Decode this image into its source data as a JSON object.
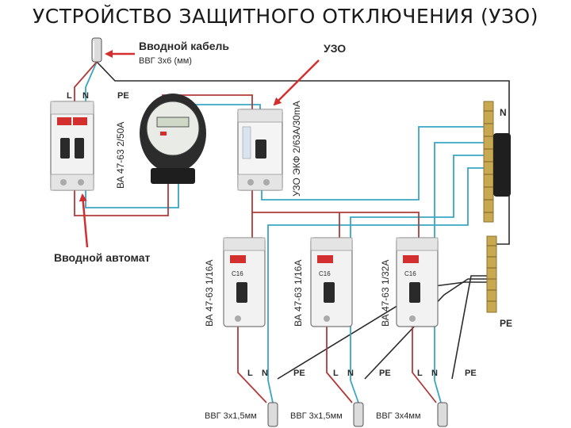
{
  "title": "УСТРОЙСТВО ЗАЩИТНОГО ОТКЛЮЧЕНИЯ (УЗО)",
  "callouts": {
    "input_cable": "Вводной кабель",
    "input_cable_spec": "ВВГ 3х6 (мм)",
    "rcd": "УЗО",
    "main_breaker": "Вводной автомат"
  },
  "terminals": {
    "l": "L",
    "n": "N",
    "pe": "PE"
  },
  "devices": {
    "main_breaker": "ВА 47-63 2/50А",
    "rcd": "УЗО ЭКФ 2/63А/30mА",
    "breaker_1": "ВА 47-63 1/16А",
    "breaker_2": "ВА 47-63 1/16А",
    "breaker_3": "ВА 47-63 1/32А",
    "breaker_marking": "C16"
  },
  "busbars": {
    "neutral": "N",
    "ground": "PE"
  },
  "output_cables": [
    "ВВГ 3х1,5мм",
    "ВВГ 3х1,5мм",
    "ВВГ 3х4мм"
  ],
  "colors": {
    "phase": "#b33a3a",
    "neutral": "#3aa6c4",
    "ground": "#2b2b2b",
    "arrow": "#d32f2f",
    "brass": "#c8a951"
  }
}
